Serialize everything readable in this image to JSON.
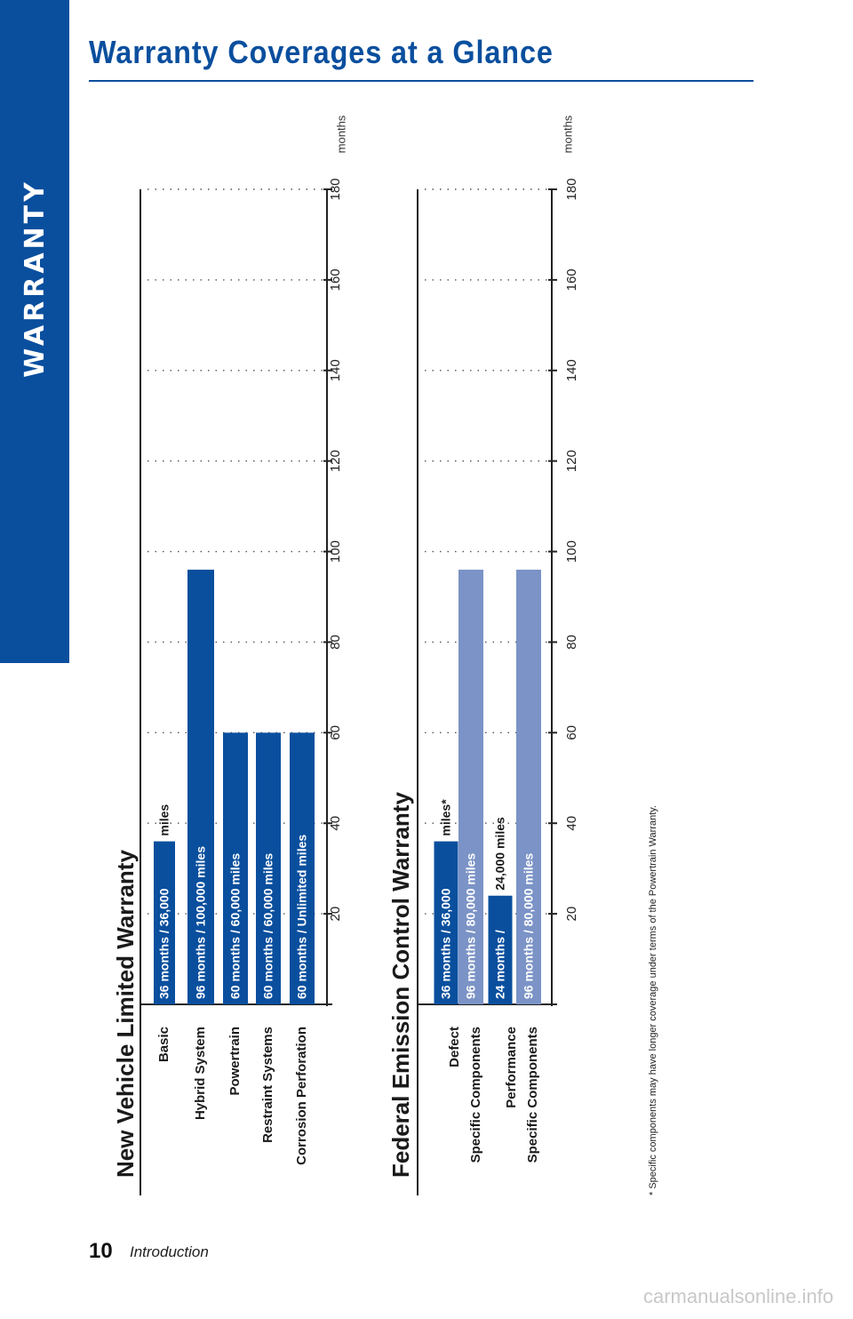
{
  "side_tab": {
    "label": "WARRANTY"
  },
  "page_title": "Warranty Coverages at a Glance",
  "footer": {
    "page_number": "10",
    "section": "Introduction",
    "site": "carmanualsonline.info"
  },
  "footnote": "* Specific components may have longer coverage under terms of the Powertrain Warranty.",
  "colors": {
    "brand": "#0a4f9e",
    "light_bar": "#7b93c6",
    "text": "#1a1a1a"
  },
  "chart_data": [
    {
      "type": "bar",
      "orientation": "horizontal",
      "title": "New Vehicle Limited Warranty",
      "unit_label": "months",
      "ticks": [
        20,
        40,
        60,
        80,
        100,
        120,
        140,
        160,
        180
      ],
      "xlim": [
        0,
        180
      ],
      "grid": "dotted",
      "categories": [
        "Basic",
        "Hybrid System",
        "Powertrain",
        "Restraint Systems",
        "Corrosion Perforation"
      ],
      "bars": [
        {
          "category": "Basic",
          "months": 36,
          "label": "36 months  / 36,000",
          "after_label": "miles",
          "color": "#0a4f9e"
        },
        {
          "category": "Hybrid System",
          "months": 96,
          "label": "96 months  /  100,000 miles",
          "color": "#0a4f9e"
        },
        {
          "category": "Powertrain",
          "months": 60,
          "label": "60 months  /  60,000 miles",
          "color": "#0a4f9e"
        },
        {
          "category": "Restraint Systems",
          "months": 60,
          "label": "60 months  /  60,000 miles",
          "color": "#0a4f9e"
        },
        {
          "category": "Corrosion Perforation",
          "months": 60,
          "label": "60 months  /  Unlimited miles",
          "color": "#0a4f9e"
        }
      ]
    },
    {
      "type": "bar",
      "orientation": "horizontal",
      "title": "Federal Emission Control Warranty",
      "unit_label": "months",
      "ticks": [
        20,
        40,
        60,
        80,
        100,
        120,
        140,
        160,
        180
      ],
      "xlim": [
        0,
        180
      ],
      "grid": "dotted",
      "groups": [
        {
          "label_lines": [
            "Defect",
            "Specific Components"
          ]
        },
        {
          "label_lines": [
            "Performance",
            "Specific Components"
          ]
        }
      ],
      "bars": [
        {
          "group": 0,
          "months": 36,
          "label": "36 months  / 36,000",
          "after_label": "miles*",
          "color": "#0a4f9e"
        },
        {
          "group": 0,
          "months": 96,
          "label": "96 months  /  80,000 miles",
          "color": "#7b93c6"
        },
        {
          "group": 1,
          "months": 24,
          "label": "24 months  /",
          "after_label": "24,000 miles",
          "color": "#0a4f9e"
        },
        {
          "group": 1,
          "months": 96,
          "label": "96 months  /  80,000 miles",
          "color": "#7b93c6"
        }
      ]
    }
  ]
}
